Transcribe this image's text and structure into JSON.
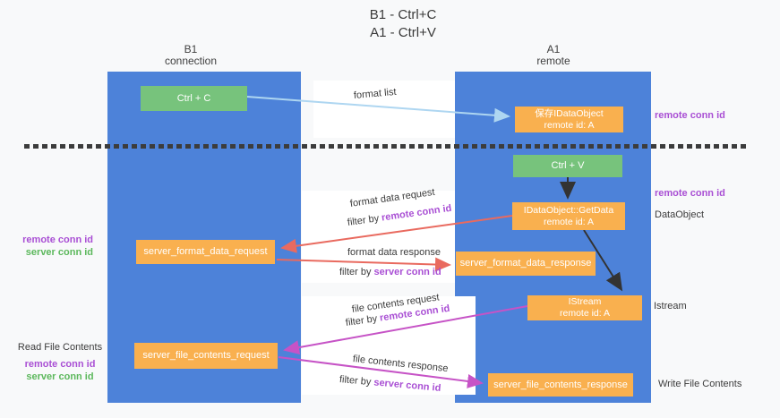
{
  "title": {
    "line1": "B1 - Ctrl+C",
    "line2": "A1 - Ctrl+V"
  },
  "columns": {
    "b1": {
      "name": "B1",
      "subtitle": "connection"
    },
    "a1": {
      "name": "A1",
      "subtitle": "remote"
    }
  },
  "nodes": {
    "ctrl_c": {
      "label": "Ctrl + C"
    },
    "save_idataobject": {
      "line1": "保存IDataObject",
      "line2": "remote id: A"
    },
    "ctrl_v": {
      "label": "Ctrl + V"
    },
    "getdata": {
      "line1": "IDataObject::GetData",
      "line2": "remote id: A"
    },
    "server_format_data_request": {
      "label": "server_format_data_request"
    },
    "server_format_data_response": {
      "label": "server_format_data_response"
    },
    "istream": {
      "line1": "IStream",
      "line2": "remote id: A"
    },
    "server_file_contents_request": {
      "label": "server_file_contents_request"
    },
    "server_file_contents_response": {
      "label": "server_file_contents_response"
    }
  },
  "edge_labels": {
    "format_list": "format list",
    "format_data_request": "format data request",
    "format_data_response": "format data response",
    "file_contents_request": "file contents request",
    "file_contents_response": "file contents response",
    "filter_by": "filter by ",
    "remote_conn_id": "remote conn id",
    "server_conn_id": "server conn id"
  },
  "side_labels": {
    "remote_conn_id_top_right": "remote conn id",
    "remote_conn_id_mid_right": "remote conn id",
    "dataobject": "DataObject",
    "istream": "Istream",
    "write_file_contents": "Write File Contents",
    "read_file_contents": "Read File Contents",
    "remote_conn_id_left": "remote conn id",
    "server_conn_id_left": "server conn id"
  },
  "colors": {
    "lifeline_blue": "#4d82d9",
    "node_orange": "#f9b04f",
    "node_green": "#77c37c",
    "arrow_red": "#e96a5f",
    "arrow_magenta": "#c653c6",
    "arrow_light_blue": "#aed6f1",
    "arrow_black": "#333333",
    "remote_conn_id_purple": "#a94fd4",
    "server_conn_id_green": "#5cb85c",
    "background": "#f8f9fa",
    "dashed_divider": "#3c3c3c"
  }
}
